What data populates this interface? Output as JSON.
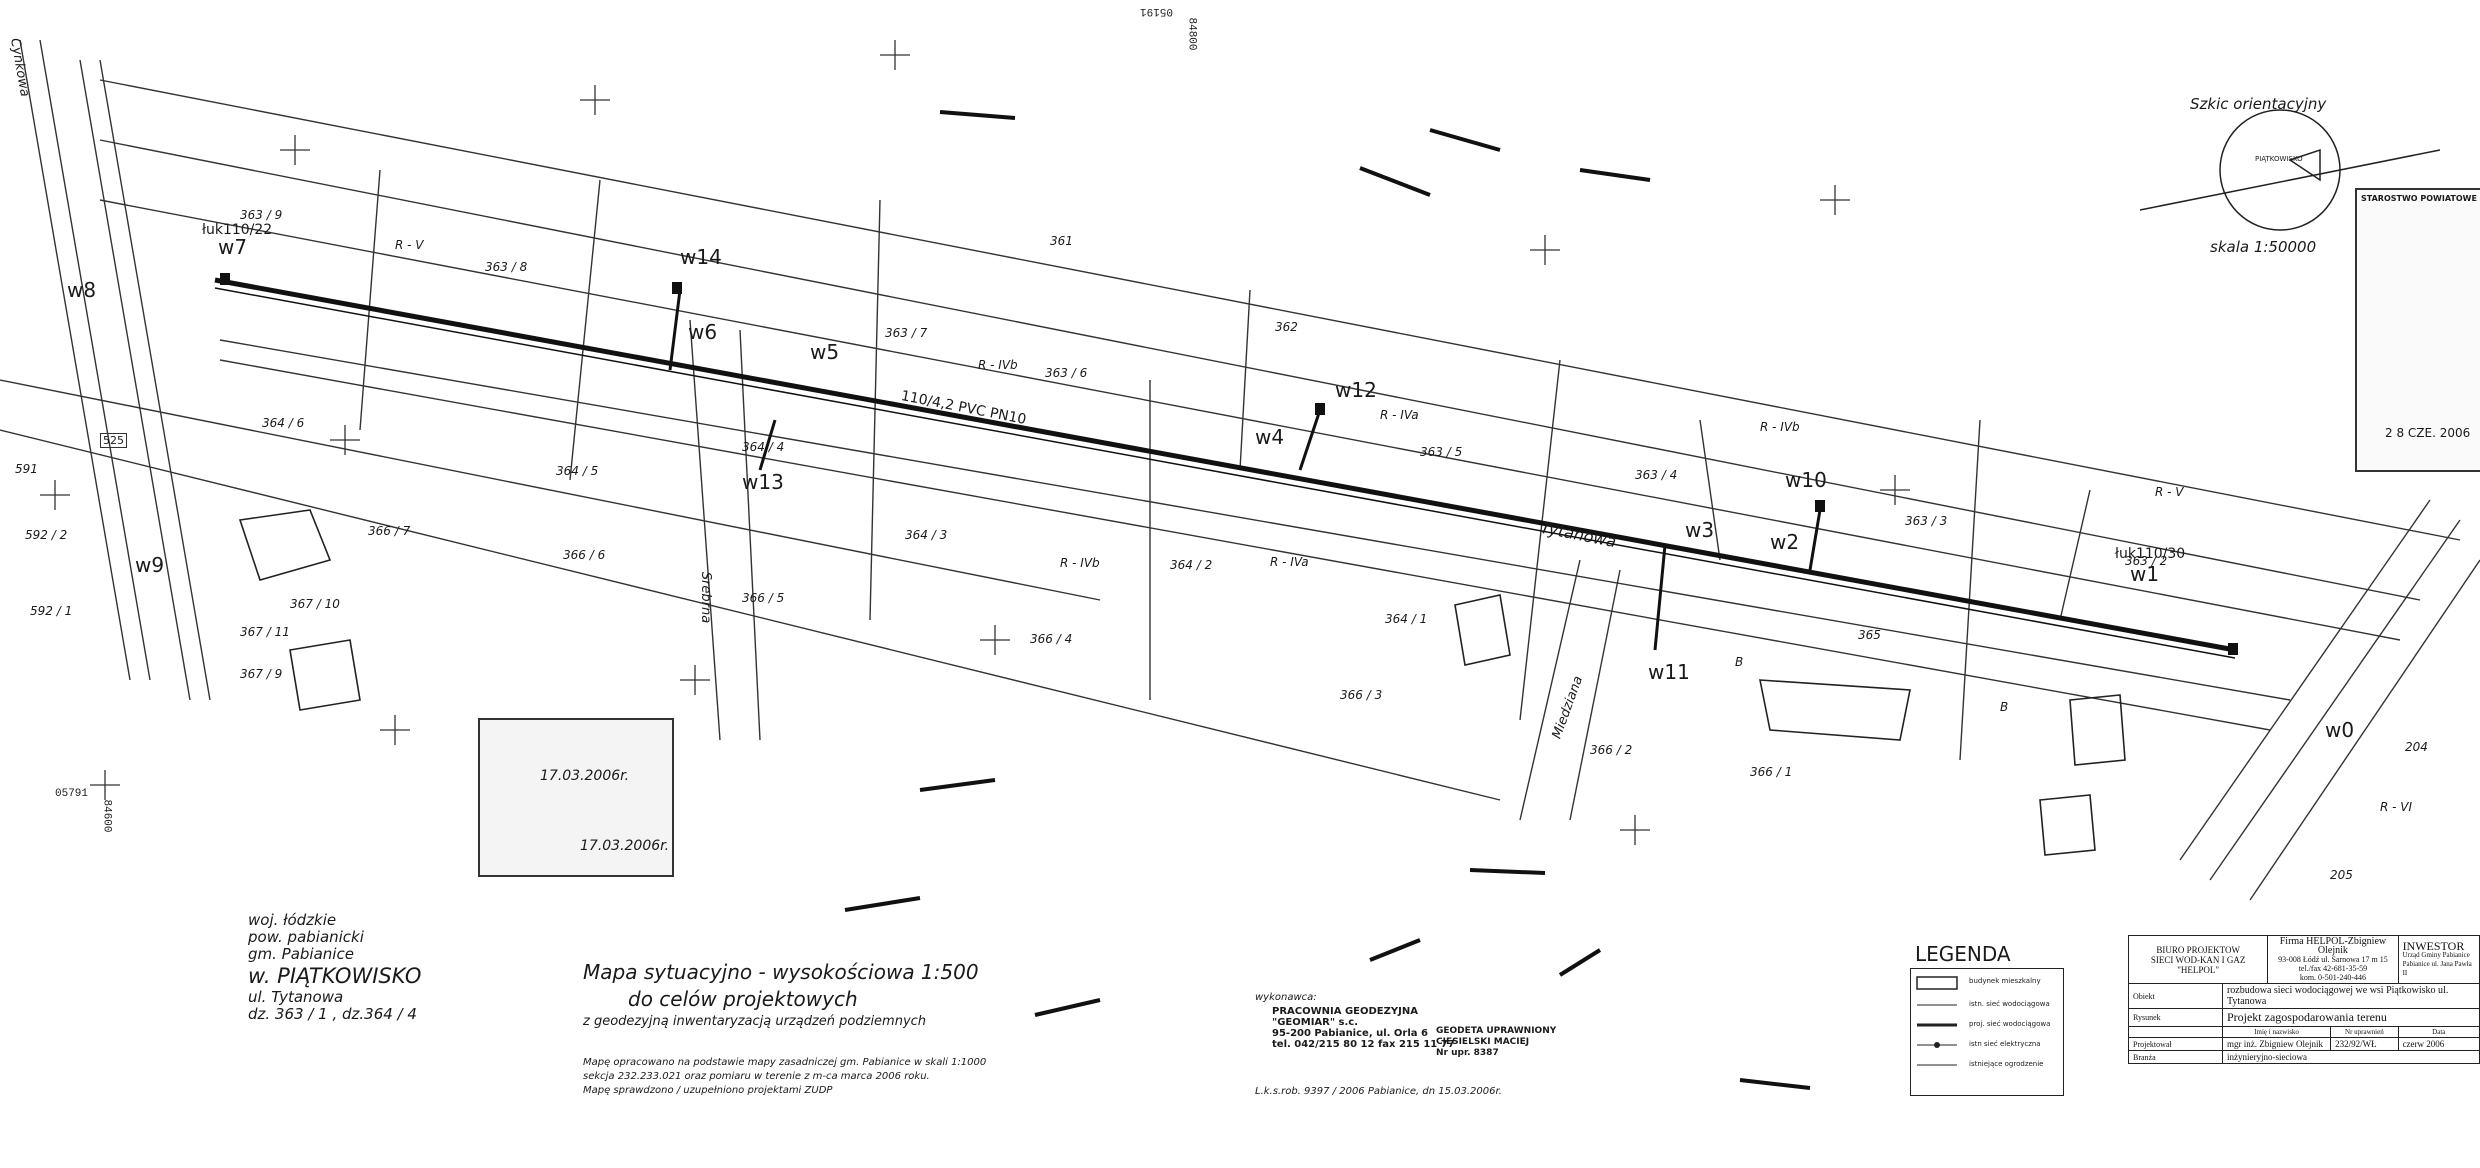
{
  "map": {
    "orientation_sketch": {
      "title": "Szkic orientacyjny",
      "scale": "skala 1:50000",
      "place": "PIĄTKOWISKO"
    },
    "road_label": "Tytanowa",
    "pipe_label": "110/4,2 PVC PN10",
    "arc_labels": [
      "łuk110/22",
      "łuk110/30"
    ],
    "wells": [
      "w0",
      "w1",
      "w2",
      "w3",
      "w4",
      "w5",
      "w6",
      "w7",
      "w8",
      "w9",
      "w10",
      "w11",
      "w12",
      "w13",
      "w14"
    ],
    "parcels": [
      "363 / 9",
      "363 / 8",
      "363 / 7",
      "363 / 6",
      "363 / 5",
      "363 / 4",
      "363 / 3",
      "363 / 2",
      "364 / 6",
      "364 / 5",
      "364 / 4",
      "364 / 3",
      "364 / 2",
      "364 / 1",
      "366 / 7",
      "366 / 6",
      "366 / 5",
      "366 / 4",
      "366 / 3",
      "366 / 2",
      "366 / 1",
      "367 / 10",
      "367 / 11",
      "367 / 9",
      "361",
      "362",
      "365",
      "592 / 2",
      "592 / 1",
      "591",
      "525",
      "204",
      "205"
    ],
    "land_classes": [
      "R - V",
      "R - IVb",
      "R - IVa",
      "R - IVb",
      "R - IVa",
      "R - IVb",
      "R - V",
      "R - VI",
      "B",
      "B"
    ],
    "streets": [
      "Cynkowa",
      "Srebrna",
      "Miedziana"
    ],
    "coords": [
      "05191",
      "84800",
      "05791",
      "84600"
    ]
  },
  "title_block": {
    "location": [
      "woj. łódzkie",
      "pow. pabianicki",
      "gm. Pabianice",
      "w. PIĄTKOWISKO",
      "ul. Tytanowa",
      "dz. 363 / 1 , dz.364 / 4"
    ],
    "map_title_1": "Mapa sytuacyjno - wysokościowa 1:500",
    "map_title_2": "do celów projektowych",
    "map_subtitle": "z geodezyjną inwentaryzacją urządzeń podziemnych",
    "notes": [
      "Mapę opracowano na podstawie mapy zasadniczej gm. Pabianice w skali 1:1000",
      "sekcja 232.233.021 oraz pomiaru w terenie z m-ca marca 2006 roku.",
      "Mapę sprawdzono / uzupełniono projektami ZUDP"
    ],
    "contractor_label": "wykonawca:",
    "contractor": [
      "PRACOWNIA GEODEZYJNA",
      "\"GEOMIAR\" s.c.",
      "95-200 Pabianice, ul. Orla 6",
      "tel. 042/215 80 12 fax 215 11 77"
    ],
    "surveyor": [
      "GEODETA UPRAWNIONY",
      "CIESIELSKI MACIEJ",
      "Nr upr. 8387"
    ],
    "date_line": "L.k.s.rob. 9397 / 2006     Pabianice, dn 15.03.2006r.",
    "date_stamp_1": "17.03.2006r.",
    "date_stamp_2": "17.03.2006r.",
    "stamp_right": "STAROSTWO POWIATOWE",
    "stamp_date": "2 8 CZE. 2006"
  },
  "legend": {
    "title": "LEGENDA",
    "items": [
      "budynek mieszkalny",
      "istn. sieć wodociągowa",
      "proj. sieć wodociągowa",
      "istn sieć elektryczna",
      "istniejące ogrodzenie"
    ]
  },
  "project_block": {
    "office": [
      "BIURO PROJEKTOW",
      "SIECI WOD-KAN I GAZ",
      "\"HELPOL\""
    ],
    "firm": [
      "Firma HELPOL-Zbigniew Olejnik",
      "93-008 Łódź ul. Sarnowa 17 m 15",
      "tel./fax 42-681-35-59",
      "kom. 0-501-240-446"
    ],
    "investor_label": "INWESTOR",
    "investor": [
      "Urząd Gminy Pabianice",
      "Pabianice ul. Jana Pawła II"
    ],
    "object_label": "Obiekt",
    "object": "rozbudowa sieci wodociągowej we wsi Piątkowisko ul. Tytanowa",
    "drawing_label": "Rysunek",
    "drawing": "Projekt zagospodarowania terenu",
    "designer_role": "Projektował",
    "designer": "mgr inż. Zbigniew Olejnik",
    "permit_no": "232/92/WŁ",
    "date": "czerw 2006",
    "header_name": "Imię i nazwisko",
    "header_permit": "Nr uprawnień",
    "header_date": "Data",
    "branch_label": "Branża",
    "branch": "inżynieryjno-sieciowa"
  }
}
